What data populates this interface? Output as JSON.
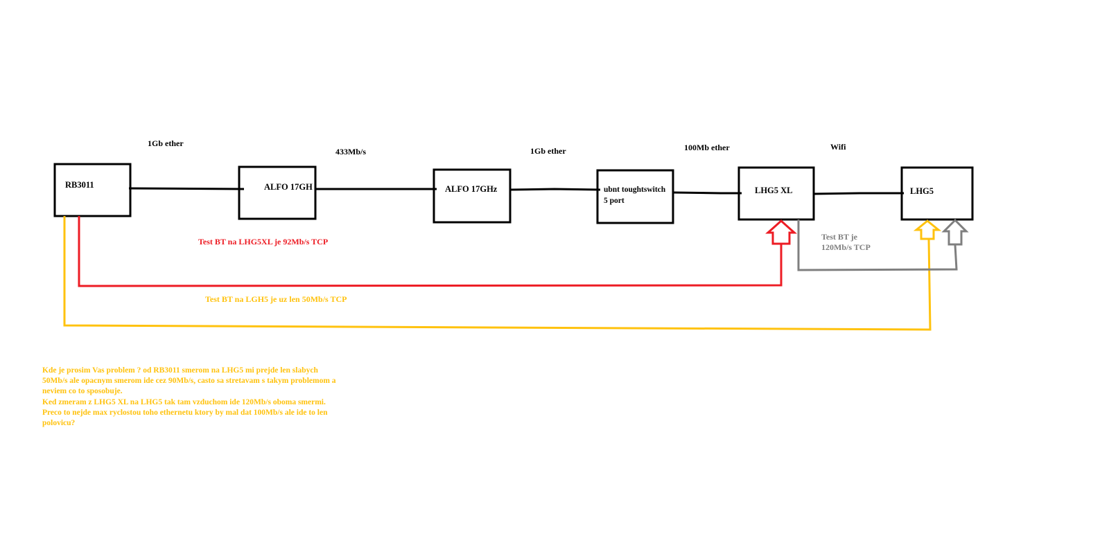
{
  "devices": {
    "rb3011": "RB3011",
    "alfo1": "ALFO 17GH",
    "alfo2": "ALFO 17GHz",
    "switch_line1": "ubnt toughtswitch",
    "switch_line2": "5 port",
    "lhg5xl": "LHG5 XL",
    "lhg5": "LHG5"
  },
  "links": {
    "l1": "1Gb ether",
    "l2": "433Mb/s",
    "l3": "1Gb ether",
    "l4": "100Mb ether",
    "l5": "Wifi"
  },
  "tests": {
    "red": "Test BT na LHG5XL je 92Mb/s TCP",
    "yellow": "Test BT na LGH5 je uz len 50Mb/s TCP",
    "gray_line1": "Test BT je",
    "gray_line2": "120Mb/s TCP"
  },
  "colors": {
    "red": "#ed1c24",
    "yellow": "#ffc20e",
    "gray": "#7f7f7f",
    "black": "#000000"
  },
  "question": {
    "line1": "Kde je prosim Vas problem ? od RB3011 smerom na LHG5 mi prejde len slabych",
    "line2": "50Mb/s ale opacnym smerom ide cez 90Mb/s, casto sa stretavam s takym problemom a",
    "line3": "neviem co to sposobuje.",
    "line4": "Ked zmeram z LHG5 XL na LHG5 tak tam vzduchom ide 120Mb/s oboma smermi.",
    "line5": "Preco to nejde max ryclostou toho ethernetu ktory by mal dat 100Mb/s ale ide to len",
    "line6": "polovicu?"
  }
}
